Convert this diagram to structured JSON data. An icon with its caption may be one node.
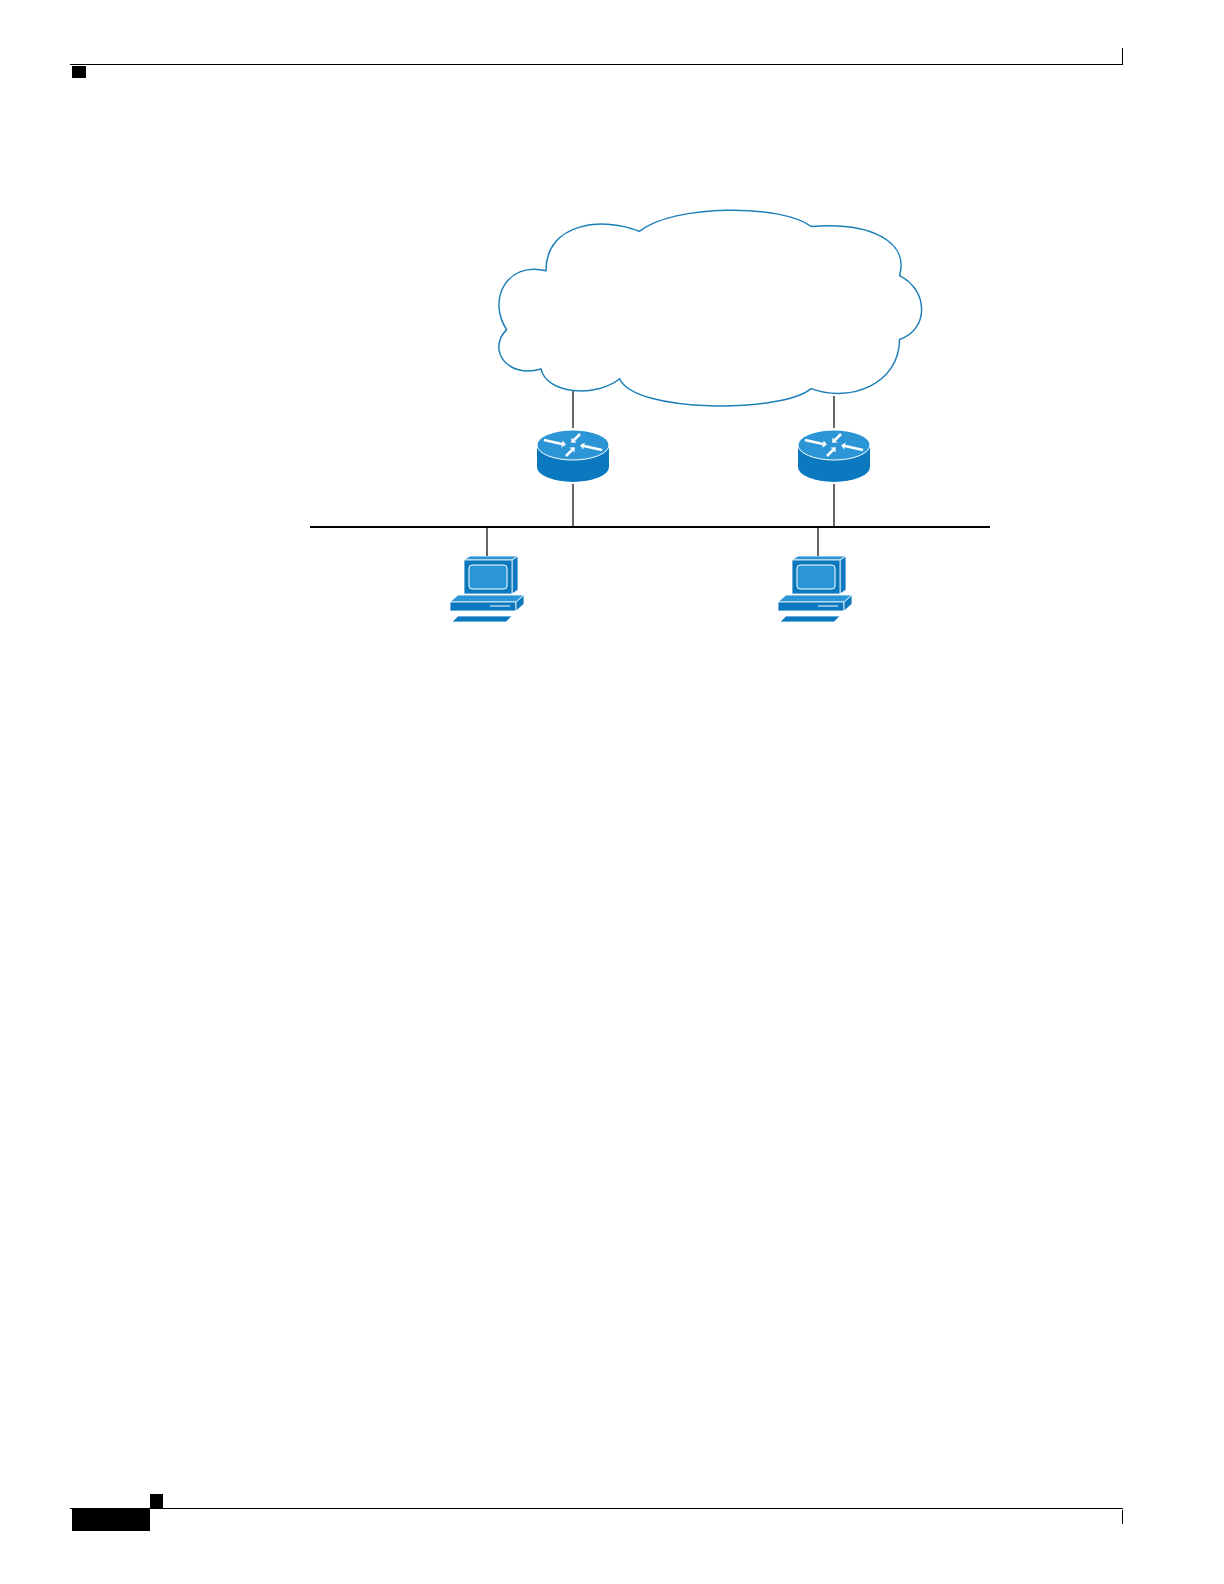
{
  "diagram": {
    "nodes": [
      {
        "text": [],
        "shape": "cloud"
      },
      {
        "text": [],
        "shape": "cylinder"
      },
      {
        "text": [],
        "shape": "cylinder"
      },
      {
        "text": [],
        "shape": "bar"
      },
      {
        "text": [],
        "shape": "computer"
      },
      {
        "text": [],
        "shape": "computer"
      }
    ],
    "edges": [
      {
        "from": 0,
        "to": 1,
        "arrow": "none"
      },
      {
        "from": 0,
        "to": 2,
        "arrow": "none"
      },
      {
        "from": 1,
        "to": 3,
        "arrow": "none"
      },
      {
        "from": 2,
        "to": 3,
        "arrow": "none"
      },
      {
        "from": 3,
        "to": 4,
        "arrow": "none"
      },
      {
        "from": 3,
        "to": 5,
        "arrow": "none"
      }
    ]
  }
}
